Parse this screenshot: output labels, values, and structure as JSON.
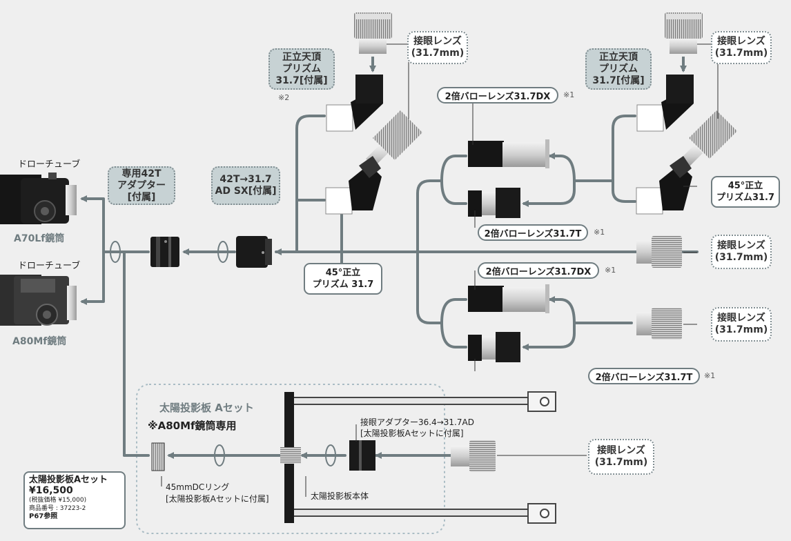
{
  "telescopes": {
    "drawtube_1": "ドローチューブ",
    "a70lf": "A70Lf鏡筒",
    "drawtube_2": "ドローチューブ",
    "a80mf": "A80Mf鏡筒"
  },
  "adapters": {
    "adapter42t": [
      "専用42T",
      "アダプター",
      "[付属]"
    ],
    "ad_sx": [
      "42T→31.7",
      "AD SX[付属]"
    ]
  },
  "prisms": {
    "zenith_left": [
      "正立天頂",
      "プリズム",
      "31.7[付属]"
    ],
    "zenith_left_note": "※2",
    "zenith_right": [
      "正立天頂",
      "プリズム",
      "31.7[付属]"
    ],
    "prism45_left": [
      "45°正立",
      "プリズム 31.7"
    ],
    "prism45_right": [
      "45°正立",
      "プリズム31.7"
    ]
  },
  "eyepieces": {
    "ep_top_left": [
      "接眼レンズ",
      "(31.7mm)"
    ],
    "ep_top_right": [
      "接眼レンズ",
      "(31.7mm)"
    ],
    "ep_mid": [
      "接眼レンズ",
      "(31.7mm)"
    ],
    "ep_lower": [
      "接眼レンズ",
      "(31.7mm)"
    ],
    "ep_solar": [
      "接眼レンズ",
      "(31.7mm)"
    ]
  },
  "barlows": {
    "dx_upper": "2倍バローレンズ31.7DX",
    "dx_upper_note": "※1",
    "t_upper": "2倍バローレンズ31.7T",
    "t_upper_note": "※1",
    "dx_lower": "2倍バローレンズ31.7DX",
    "dx_lower_note": "※1",
    "t_lower": "2倍バローレンズ31.7T",
    "t_lower_note": "※1"
  },
  "solar_set": {
    "title": "太陽投影板 Aセット",
    "subtitle": "※A80Mf鏡筒専用",
    "ep_adapter": [
      "接眼アダプター36.4→31.7AD",
      "[太陽投影板Aセットに付属]"
    ],
    "dc_ring": [
      "45mmDCリング",
      "[太陽投影板Aセットに付属]"
    ],
    "board_body": "太陽投影板本体"
  },
  "product": {
    "name": "太陽投影板Aセット",
    "price": "¥16,500",
    "price_excl": "(税抜価格 ¥15,000)",
    "code": "商品番号 : 37223-2",
    "ref": "P67参照"
  }
}
